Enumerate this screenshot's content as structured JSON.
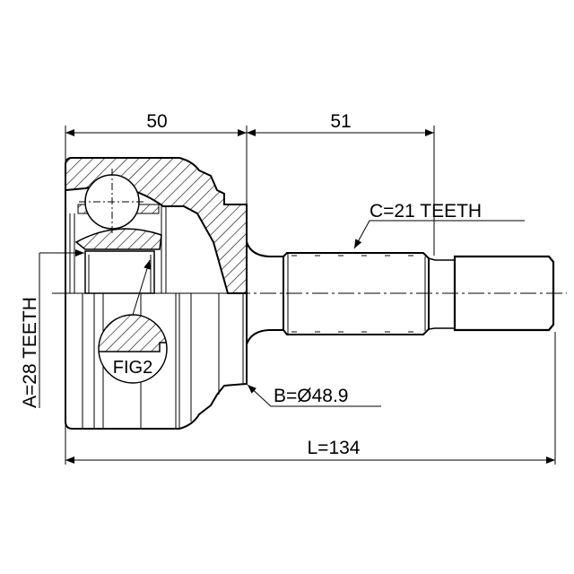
{
  "dimensions": {
    "cup_length": "50",
    "shaft_length": "51",
    "total_length": "L=134"
  },
  "callouts": {
    "outer_spline": "C=21 TEETH",
    "seal_diameter": "B=Ø48.9",
    "inner_spline": "A=28 TEETH",
    "detail_label": "FIG2"
  },
  "colors": {
    "line": "#000000",
    "background": "#ffffff"
  }
}
